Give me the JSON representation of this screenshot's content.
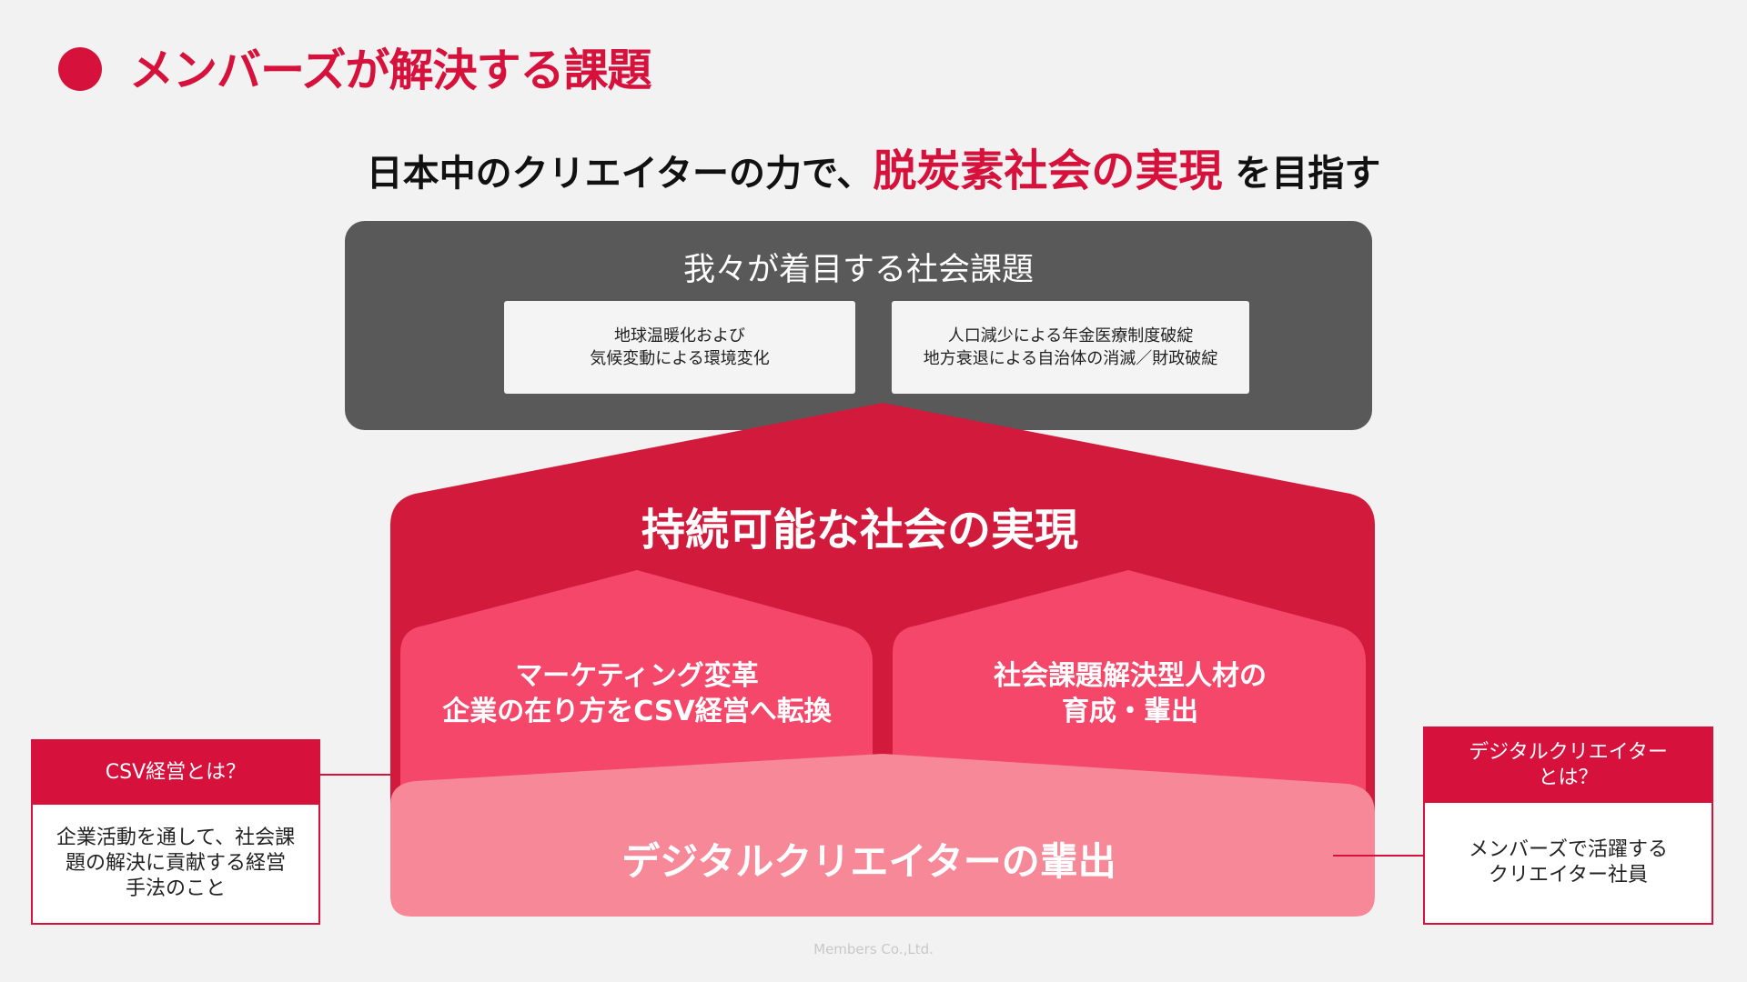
{
  "header": {
    "title": "メンバーズが解決する課題",
    "subtitle_prefix": "日本中のクリエイターの力で、",
    "subtitle_accent": "脱炭素社会の実現",
    "subtitle_suffix": " を目指す"
  },
  "social_issues": {
    "title": "我々が着目する社会課題",
    "items": [
      "地球温暖化および\n気候変動による環境変化",
      "人口減少による年金医療制度破綻\n地方衰退による自治体の消滅／財政破綻"
    ]
  },
  "house": {
    "roof_title": "持続可能な社会の実現",
    "pillars": [
      "マーケティング変革\n企業の在り方をCSV経営へ転換",
      "社会課題解決型人材の\n育成・輩出"
    ],
    "base": "デジタルクリエイターの輩出"
  },
  "callouts": {
    "csv": {
      "title": "CSV経営とは？",
      "body": "企業活動を通して、社会課\n題の解決に貢献する経営\n手法のこと"
    },
    "creator": {
      "title": "デジタルクリエイター\nとは？",
      "body": "メンバーズで活躍する\nクリエイター社員"
    }
  },
  "footer": {
    "text": "Members Co.,Ltd."
  },
  "colors": {
    "accent": "#d6113c",
    "house_dark": "#d21a3c",
    "house_mid": "#f4476a",
    "house_light": "#f78897",
    "panel_gray": "#595959",
    "background": "#f2f2f2"
  }
}
